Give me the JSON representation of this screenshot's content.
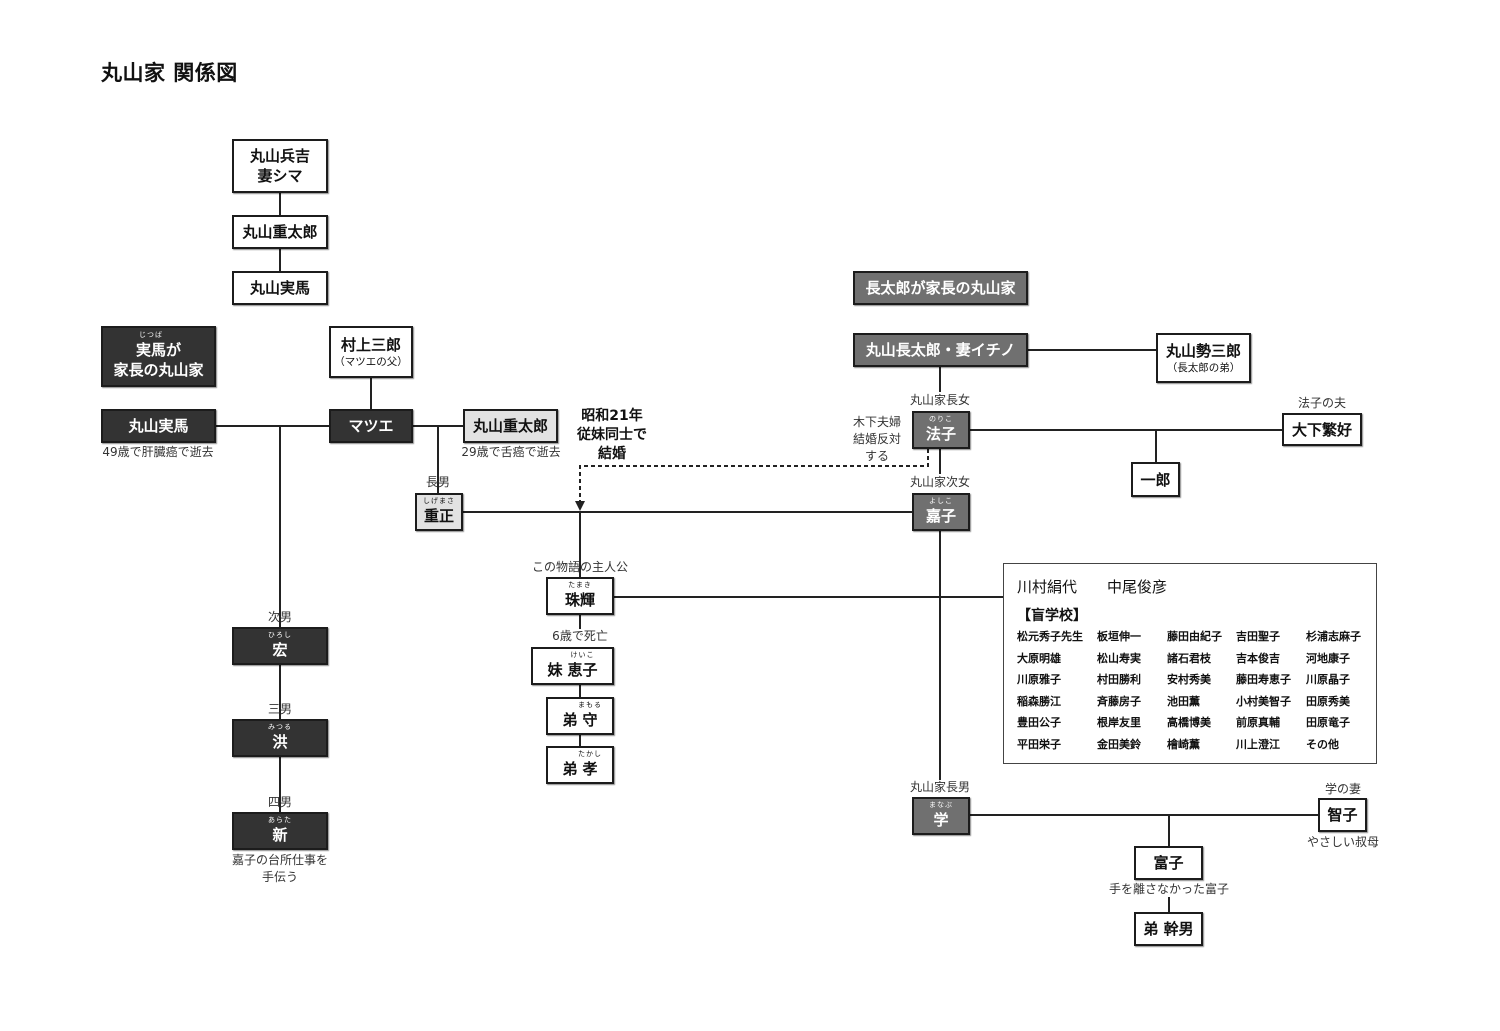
{
  "title": "丸山家 関係図",
  "colors": {
    "dark_box": "#333333",
    "mid_box": "#707070",
    "light_box": "#e2e2e2",
    "line": "#222222"
  },
  "jitsuba_family": {
    "header": {
      "ruby_base": "実馬",
      "ruby": "じつば",
      "suffix": "が",
      "line2": "家長の丸山家"
    },
    "hyokichi": {
      "line1": "丸山兵吉",
      "line2": "妻シマ"
    },
    "jutaro_ancestor": "丸山重太郎",
    "jitsuba_ancestor": "丸山実馬",
    "jitsuba": {
      "label": "丸山実馬",
      "note": "49歳で肝臓癌で逝去"
    },
    "murakami": {
      "label": "村上三郎",
      "sub": "（マツエの父）"
    },
    "matsue": "マツエ",
    "jutaro": {
      "label": "丸山重太郎",
      "note": "29歳で舌癌で逝去"
    },
    "shigemasa": {
      "role": "長男",
      "label": "重正",
      "ruby": "しげまさ"
    },
    "hiroshi": {
      "role": "次男",
      "label": "宏",
      "ruby": "ひろし"
    },
    "mitsuru": {
      "role": "三男",
      "label": "洪",
      "ruby": "みつる"
    },
    "arata": {
      "role": "四男",
      "label": "新",
      "ruby": "あらた",
      "note": [
        "嘉子の台所仕事を",
        "手伝う"
      ]
    }
  },
  "marriage_note": [
    "昭和21年",
    "従妹同士で",
    "結婚"
  ],
  "chotaro_family": {
    "header": "長太郎が家長の丸山家",
    "chotaro": "丸山長太郎・妻イチノ",
    "seisaburo": {
      "label": "丸山勢三郎",
      "sub": "（長太郎の弟）"
    },
    "noriko": {
      "role": "丸山家長女",
      "label": "法子",
      "ruby": "のりこ"
    },
    "opposition_note": [
      "木下夫婦",
      "結婚反対",
      "する"
    ],
    "noriko_husband": {
      "role": "法子の夫",
      "label": "大下繁好"
    },
    "ichiro": "一郎",
    "yoshiko": {
      "role": "丸山家次女",
      "label": "嘉子",
      "ruby": "よしこ"
    },
    "manabu": {
      "role": "丸山家長男",
      "label": "学",
      "ruby": "まなぶ"
    },
    "tomoko": {
      "role": "学の妻",
      "label": "智子",
      "note": "やさしい叔母"
    },
    "tomiko": {
      "label": "富子",
      "note": "手を離さなかった富子"
    },
    "mikio": "弟 幹男"
  },
  "children": {
    "tamaki": {
      "role": "この物語の主人公",
      "label": "珠輝",
      "ruby": "たまき"
    },
    "keiko": {
      "role": "6歳で死亡",
      "prefix": "妹",
      "label": "恵子",
      "ruby": "けいこ"
    },
    "mamoru": {
      "prefix": "弟",
      "label": "守",
      "ruby": "まもる"
    },
    "takashi": {
      "prefix": "弟",
      "label": "孝",
      "ruby": "たかし"
    }
  },
  "school_box": {
    "people": [
      "川村絹代",
      "中尾俊彦"
    ],
    "heading": "【盲学校】",
    "students": [
      [
        "松元秀子先生",
        "板垣伸一",
        "藤田由紀子",
        "吉田聖子",
        "杉浦志麻子"
      ],
      [
        "大原明雄",
        "松山寿実",
        "諸石君枝",
        "吉本俊吉",
        "河地康子"
      ],
      [
        "川原雅子",
        "村田勝利",
        "安村秀美",
        "藤田寿恵子",
        "川原晶子"
      ],
      [
        "稲森勝江",
        "斉藤房子",
        "池田薫",
        "小村美智子",
        "田原秀美"
      ],
      [
        "豊田公子",
        "根岸友里",
        "高橋博美",
        "前原真輔",
        "田原竜子"
      ],
      [
        "平田栄子",
        "金田美鈴",
        "檜崎薫",
        "川上澄江",
        "その他"
      ]
    ]
  }
}
